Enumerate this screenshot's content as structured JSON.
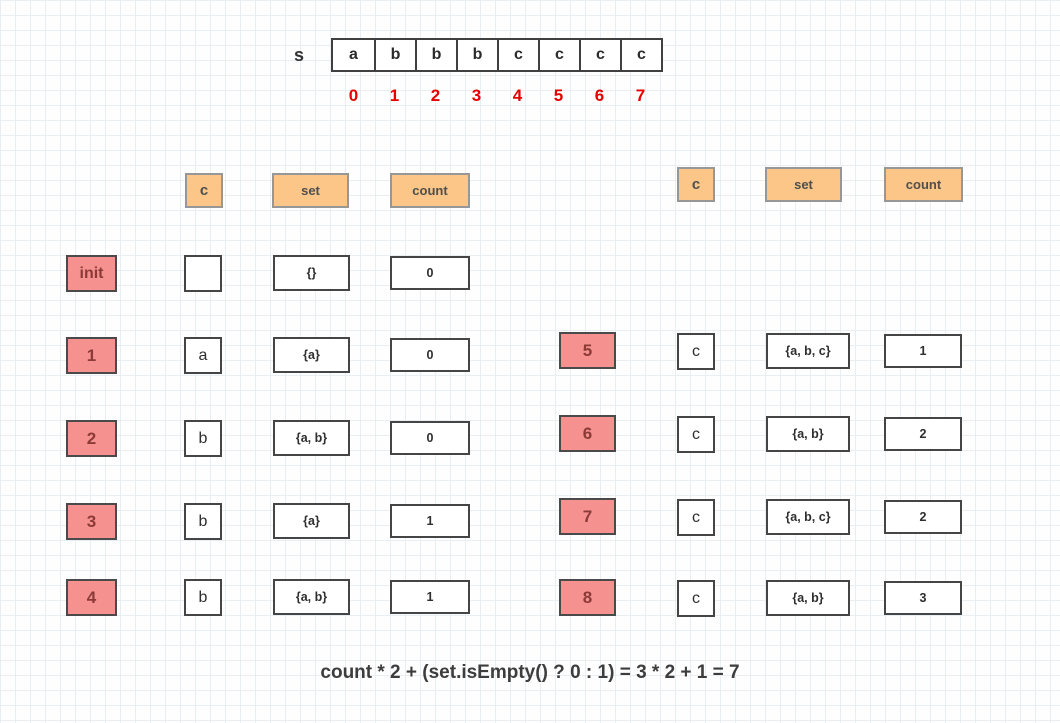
{
  "string_display": {
    "label": "s",
    "cells": [
      "a",
      "b",
      "b",
      "b",
      "c",
      "c",
      "c",
      "c"
    ],
    "indices": [
      "0",
      "1",
      "2",
      "3",
      "4",
      "5",
      "6",
      "7"
    ]
  },
  "left_table": {
    "headers": {
      "c": "c",
      "set": "set",
      "count": "count"
    },
    "rows": [
      {
        "label": "init",
        "c": "",
        "set": "{}",
        "count": "0"
      },
      {
        "label": "1",
        "c": "a",
        "set": "{a}",
        "count": "0"
      },
      {
        "label": "2",
        "c": "b",
        "set": "{a, b}",
        "count": "0"
      },
      {
        "label": "3",
        "c": "b",
        "set": "{a}",
        "count": "1"
      },
      {
        "label": "4",
        "c": "b",
        "set": "{a, b}",
        "count": "1"
      }
    ]
  },
  "right_table": {
    "headers": {
      "c": "c",
      "set": "set",
      "count": "count"
    },
    "rows": [
      {
        "label": "5",
        "c": "c",
        "set": "{a, b, c}",
        "count": "1"
      },
      {
        "label": "6",
        "c": "c",
        "set": "{a, b}",
        "count": "2"
      },
      {
        "label": "7",
        "c": "c",
        "set": "{a, b, c}",
        "count": "2"
      },
      {
        "label": "8",
        "c": "c",
        "set": "{a, b}",
        "count": "3"
      }
    ]
  },
  "formula": "count * 2 + (set.isEmpty() ? 0 : 1) = 3 * 2 + 1 = 7",
  "colors": {
    "row_label_fill": "#f5918e",
    "header_fill": "#fbc687",
    "index_color": "#e60000",
    "grid_line": "#e9eef2"
  }
}
